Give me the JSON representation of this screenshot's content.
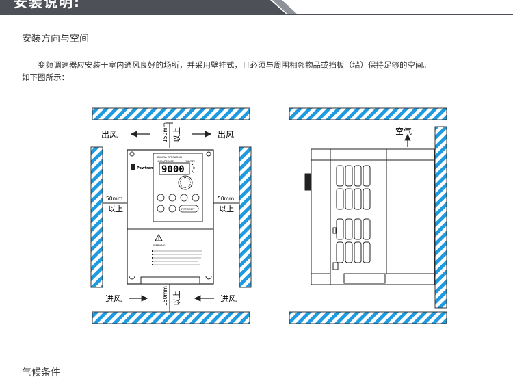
{
  "header": {
    "title": "安装说明:",
    "bar_color": "#4d5157",
    "accent_color": "#8e9298"
  },
  "section1": {
    "title": "安装方向与空间",
    "paragraph": "变频调速器应安装于室内通风良好的场所，并采用壁挂式，且必须与周围相邻物品或挡板（墙）保持足够的空间。",
    "paragraph2": "如下图所示："
  },
  "front_diagram": {
    "outlet_left": "出风",
    "outlet_right": "出风",
    "top_clearance": "150mm",
    "top_min": "以上",
    "left_clearance": "50mm",
    "left_min": "以上",
    "right_clearance": "50mm",
    "right_min": "以上",
    "inlet_left": "进风",
    "inlet_right": "进风",
    "bottom_clearance": "150mm",
    "bottom_min": "以上",
    "panel_caption": "DIGITAL OPERATION",
    "local_remote": "LOCAL/REMOTE",
    "fwd_rev": "FWD/REV",
    "display_value": "9000",
    "brand": "Powtran",
    "stop_reset": "STOP/RESET",
    "warning_title": "WARNING"
  },
  "side_diagram": {
    "air_label": "空气"
  },
  "section2": {
    "title": "气候条件"
  },
  "colors": {
    "hatch_blue": "#1e9be0",
    "line": "#222222"
  }
}
